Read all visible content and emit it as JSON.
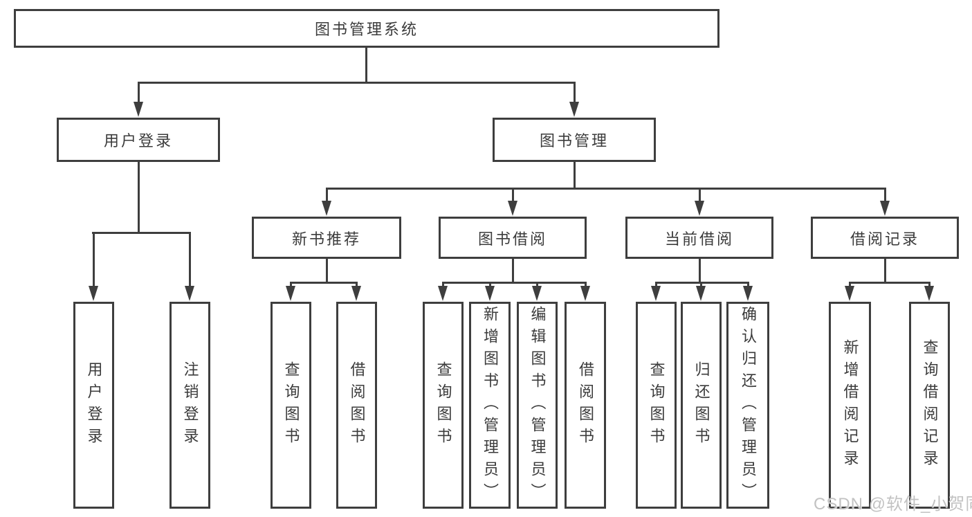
{
  "nodes": {
    "root": "图书管理系统",
    "branches": [
      {
        "label": "用户登录",
        "leaves": [
          "用户登录",
          "注销登录"
        ]
      },
      {
        "label": "图书管理",
        "groups": [
          {
            "label": "新书推荐",
            "leaves": [
              "查询图书",
              "借阅图书"
            ]
          },
          {
            "label": "图书借阅",
            "leaves": [
              "查询图书",
              "新增图书（管理员）",
              "编辑图书（管理员）",
              "借阅图书"
            ]
          },
          {
            "label": "当前借阅",
            "leaves": [
              "查询图书",
              "归还图书",
              "确认归还（管理员）"
            ]
          },
          {
            "label": "借阅记录",
            "leaves": [
              "新增借阅记录",
              "查询借阅记录"
            ]
          }
        ]
      }
    ]
  },
  "watermark": {
    "text": "CSDN @软件_小贺同学"
  },
  "colors": {
    "line": "#3e3e3e",
    "background": "#ffffff",
    "watermark": "#c2c2c2"
  }
}
